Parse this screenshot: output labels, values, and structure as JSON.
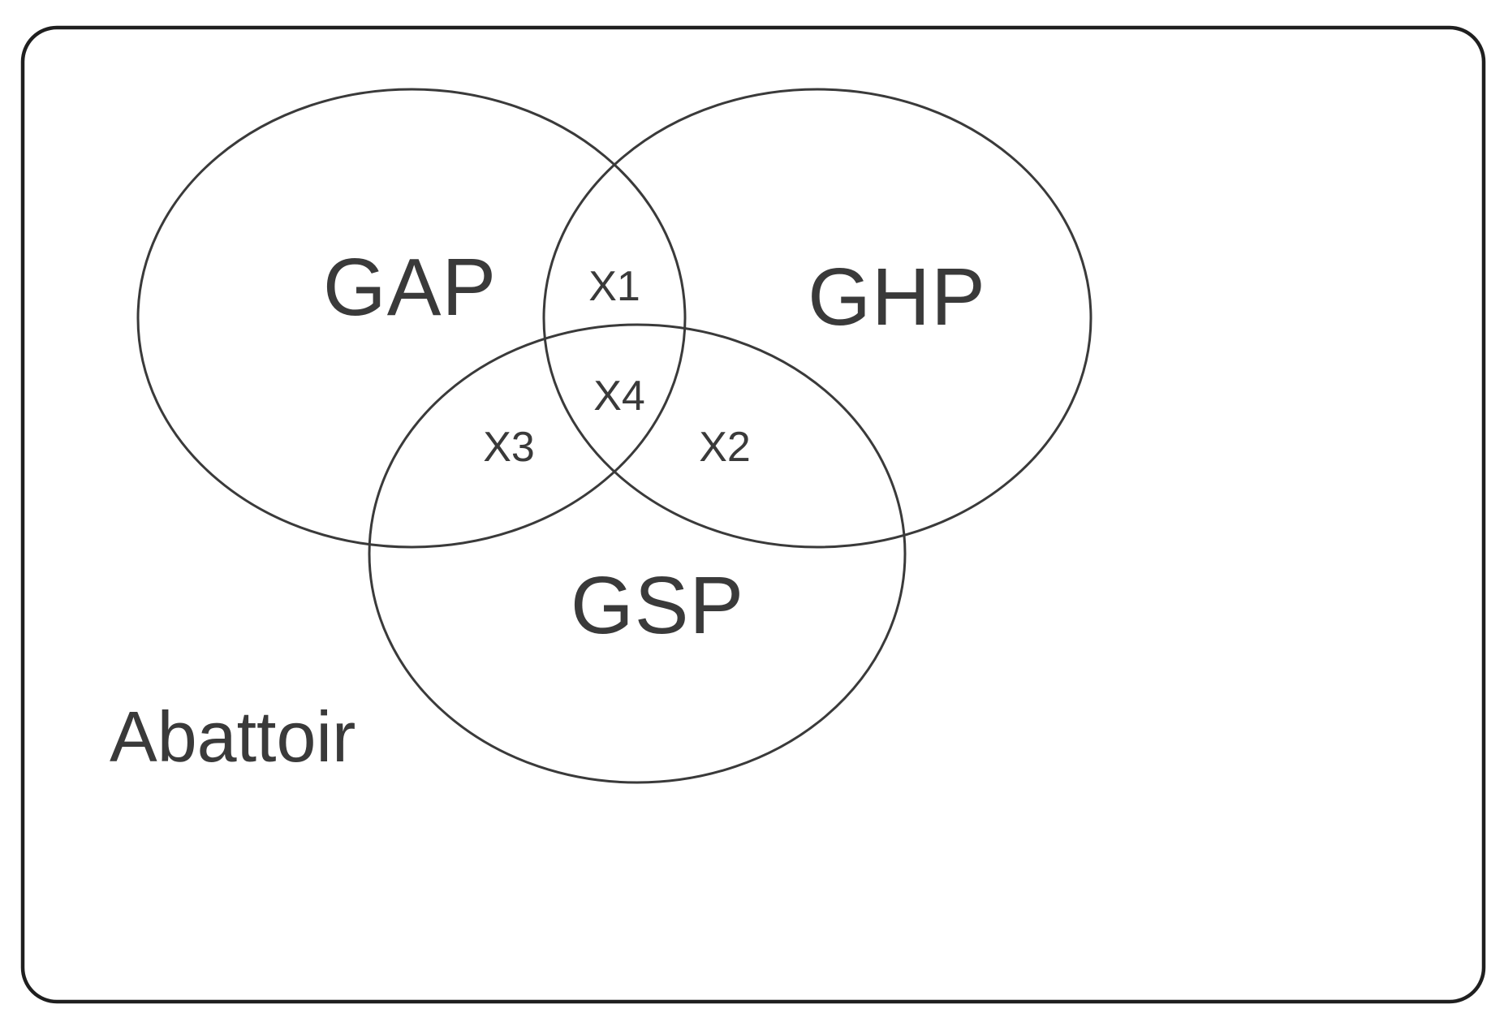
{
  "diagram": {
    "type": "venn",
    "container_label": "Abattoir",
    "sets": [
      {
        "label": "GAP"
      },
      {
        "label": "GHP"
      },
      {
        "label": "GSP"
      }
    ],
    "regions": [
      {
        "label": "X1",
        "intersection_of": [
          "GAP",
          "GHP"
        ]
      },
      {
        "label": "X2",
        "intersection_of": [
          "GHP",
          "GSP"
        ]
      },
      {
        "label": "X3",
        "intersection_of": [
          "GAP",
          "GSP"
        ]
      },
      {
        "label": "X4",
        "intersection_of": [
          "GAP",
          "GHP",
          "GSP"
        ]
      }
    ],
    "colors": {
      "circle_stroke": "#3a3a3a",
      "frame_stroke": "#1f1f1f",
      "text": "#3a3a3a",
      "background": "#ffffff"
    }
  }
}
